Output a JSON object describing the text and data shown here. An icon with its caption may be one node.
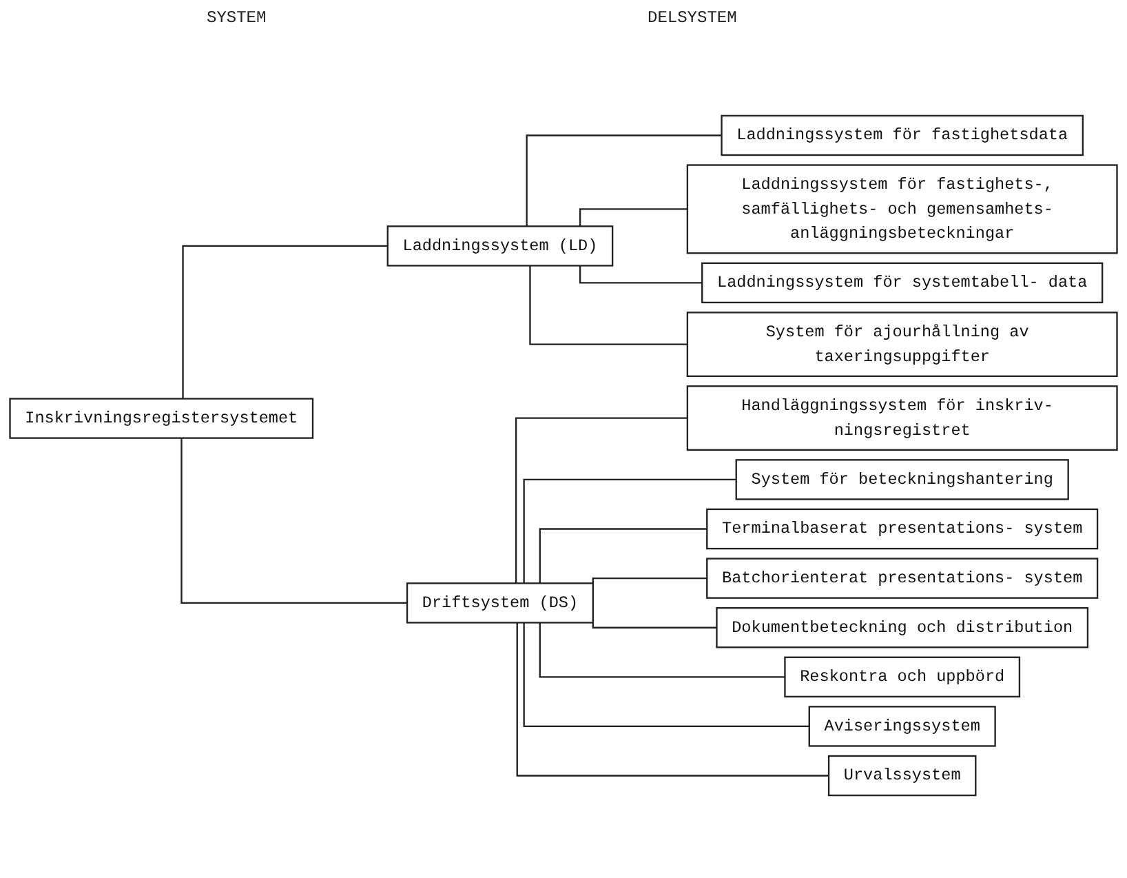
{
  "diagram": {
    "nodes": [
      {
        "text": [
          "Inskrivningsregistersystemet"
        ]
      },
      {
        "text": [
          "Laddningssystem (LD)"
        ]
      },
      {
        "text": [
          "Laddningssystem för fastighetsdata"
        ]
      },
      {
        "text": [
          "Laddningssystem för fastighets-, samfällighets- och gemensamhets- anläggningsbeteckningar"
        ]
      },
      {
        "text": [
          "Laddningssystem för systemtabell- data"
        ]
      },
      {
        "text": [
          "System för ajourhållning av taxeringsuppgifter"
        ]
      },
      {
        "text": [
          "Driftsystem (DS)"
        ]
      },
      {
        "text": [
          "Handläggningssystem för inskriv- ningsregistret"
        ]
      },
      {
        "text": [
          "System för beteckningshantering"
        ]
      },
      {
        "text": [
          "Terminalbaserat presentations- system"
        ]
      },
      {
        "text": [
          "Batchorienterat presentations- system"
        ]
      },
      {
        "text": [
          "Dokumentbeteckning och distribution"
        ]
      },
      {
        "text": [
          "Reskontra och uppbörd"
        ]
      },
      {
        "text": [
          "Aviseringssystem"
        ]
      },
      {
        "text": [
          "Urvalssystem"
        ]
      }
    ],
    "edges": [
      {
        "from": 0,
        "to": 1,
        "arrow": "none"
      },
      {
        "from": 0,
        "to": 6,
        "arrow": "none"
      },
      {
        "from": 1,
        "to": 2,
        "arrow": "none"
      },
      {
        "from": 1,
        "to": 3,
        "arrow": "none"
      },
      {
        "from": 1,
        "to": 4,
        "arrow": "none"
      },
      {
        "from": 1,
        "to": 5,
        "arrow": "none"
      },
      {
        "from": 6,
        "to": 7,
        "arrow": "none"
      },
      {
        "from": 6,
        "to": 8,
        "arrow": "none"
      },
      {
        "from": 6,
        "to": 9,
        "arrow": "none"
      },
      {
        "from": 6,
        "to": 10,
        "arrow": "none"
      },
      {
        "from": 6,
        "to": 11,
        "arrow": "none"
      },
      {
        "from": 6,
        "to": 12,
        "arrow": "none"
      },
      {
        "from": 6,
        "to": 13,
        "arrow": "none"
      },
      {
        "from": 6,
        "to": 14,
        "arrow": "none"
      }
    ],
    "labels": [
      "SYSTEM",
      "DELSYSTEM"
    ]
  }
}
